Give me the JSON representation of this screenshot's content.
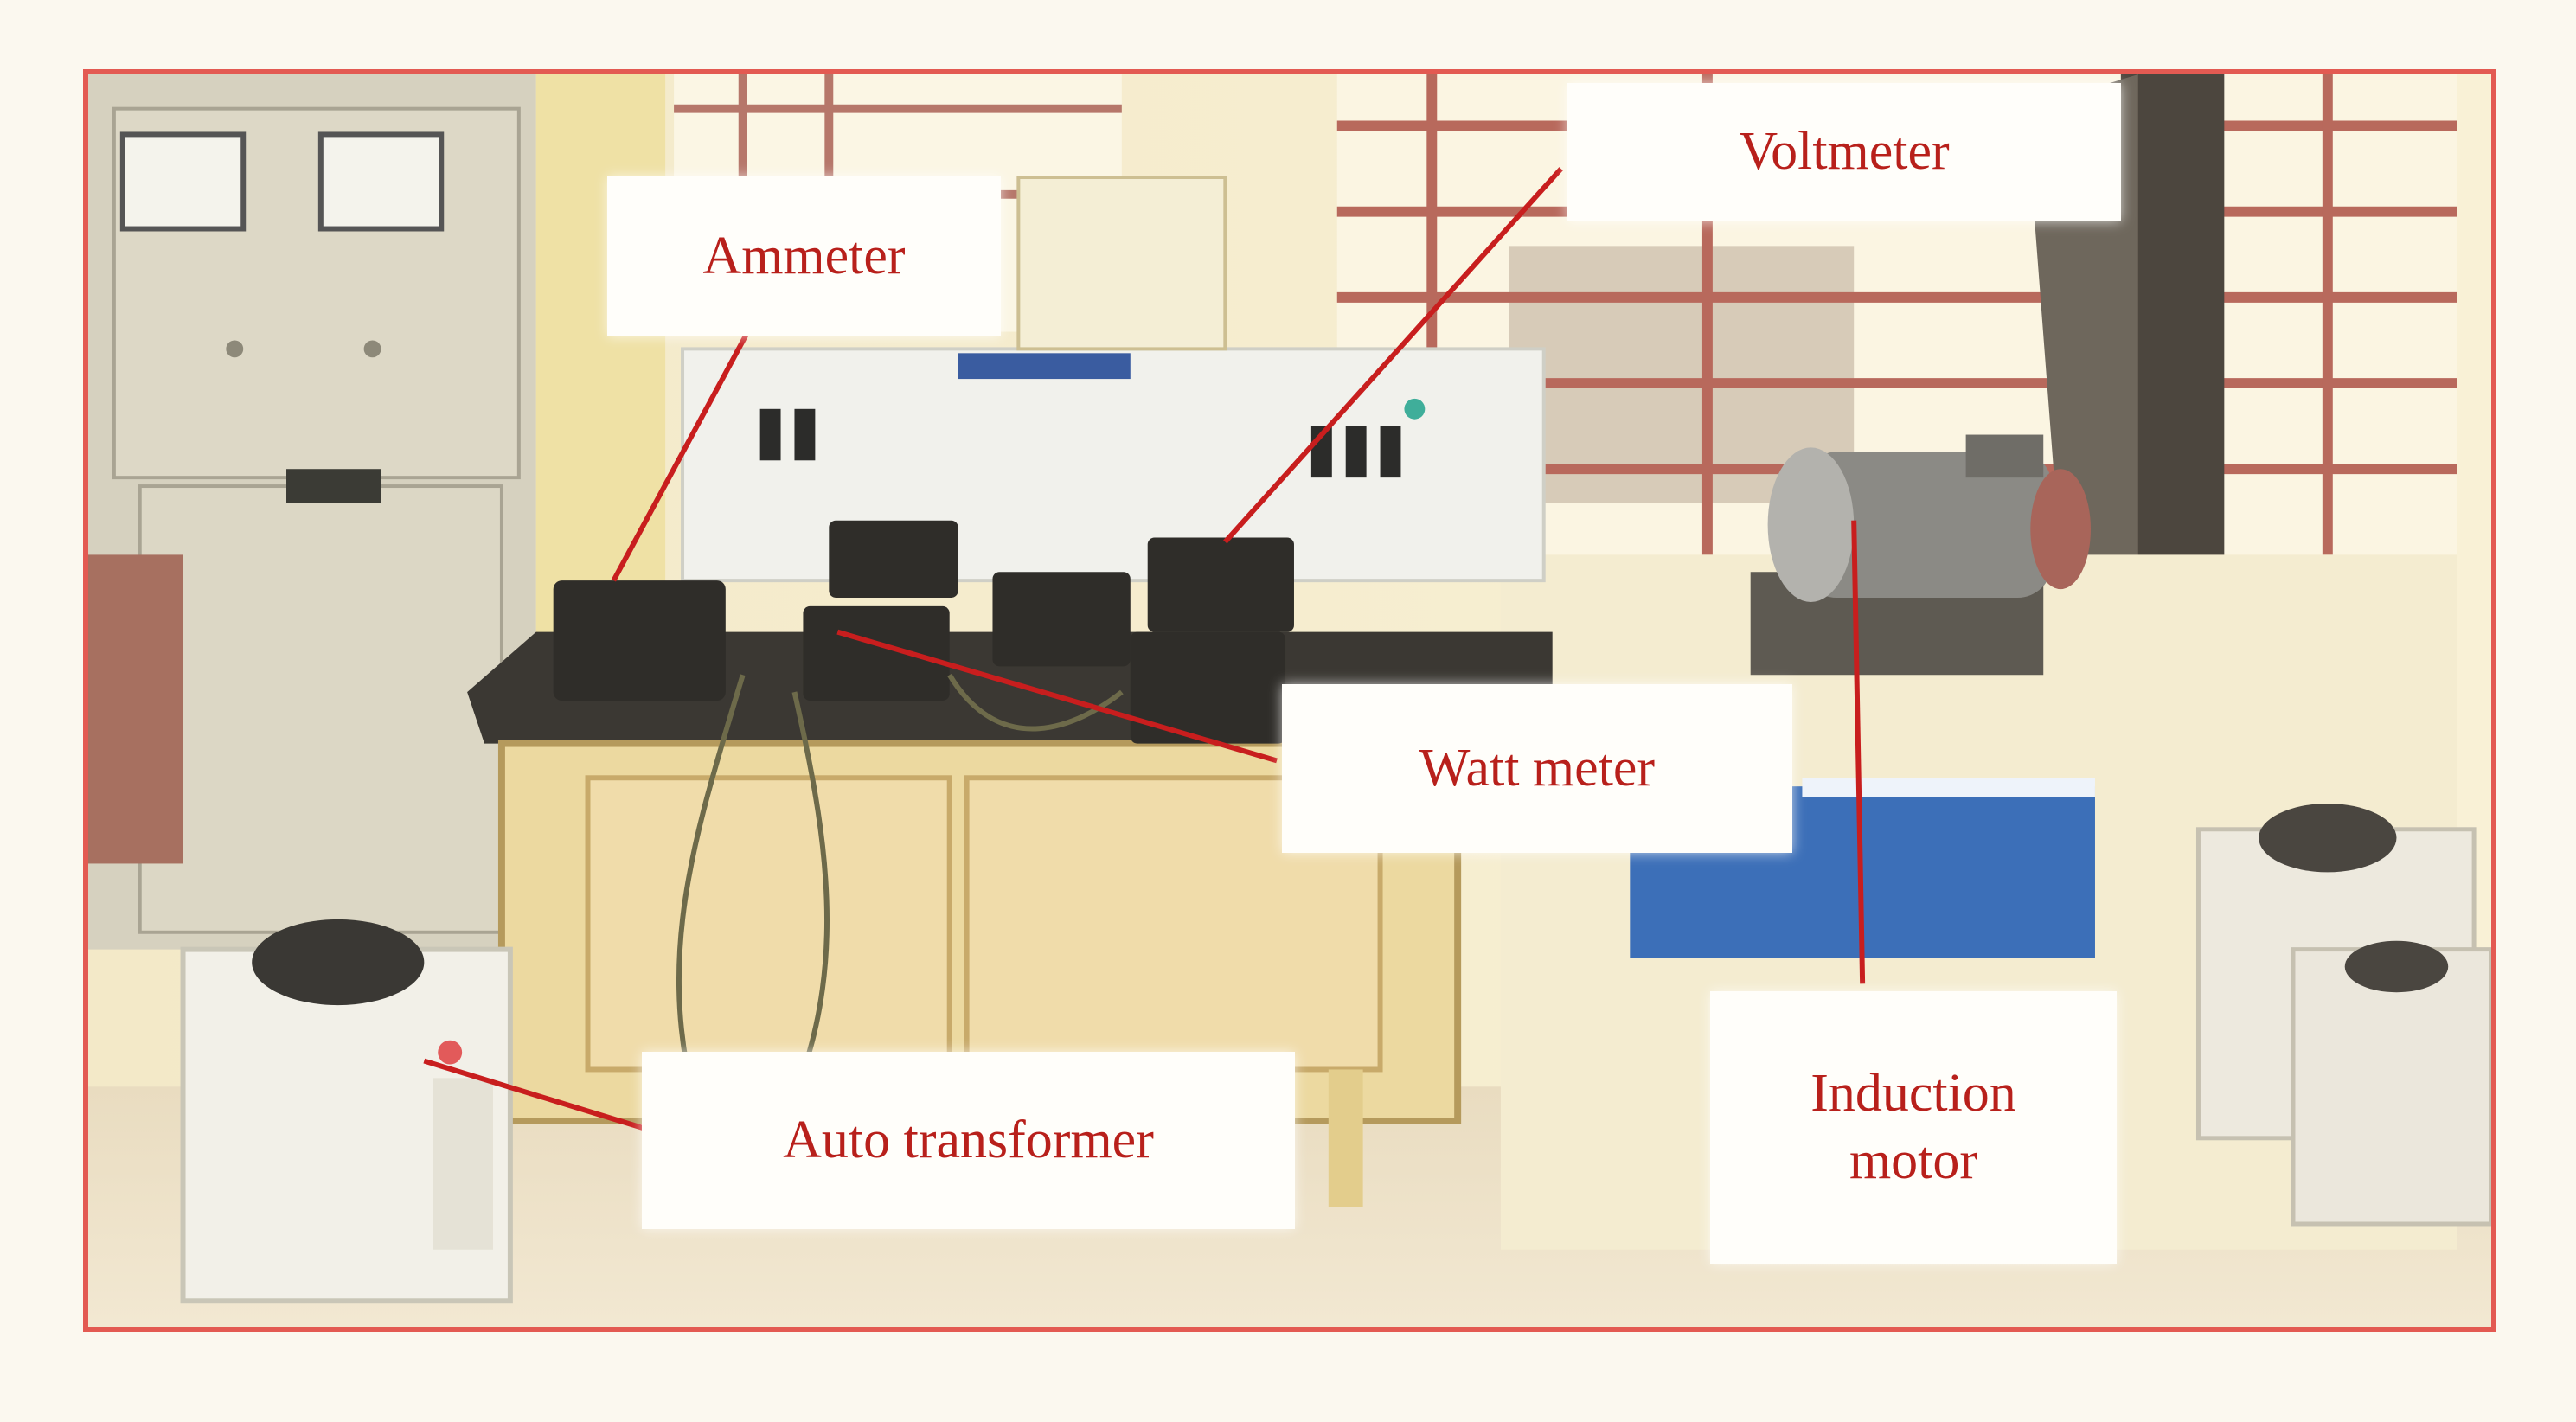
{
  "labels": {
    "ammeter": "Ammeter",
    "voltmeter": "Voltmeter",
    "wattmeter": "Watt meter",
    "autotransformer": "Auto transformer",
    "induction_motor": "Induction\nmotor"
  },
  "colors": {
    "frame": "#e35a52",
    "label_text": "#b8201b",
    "leader_line": "#c81e1e"
  }
}
